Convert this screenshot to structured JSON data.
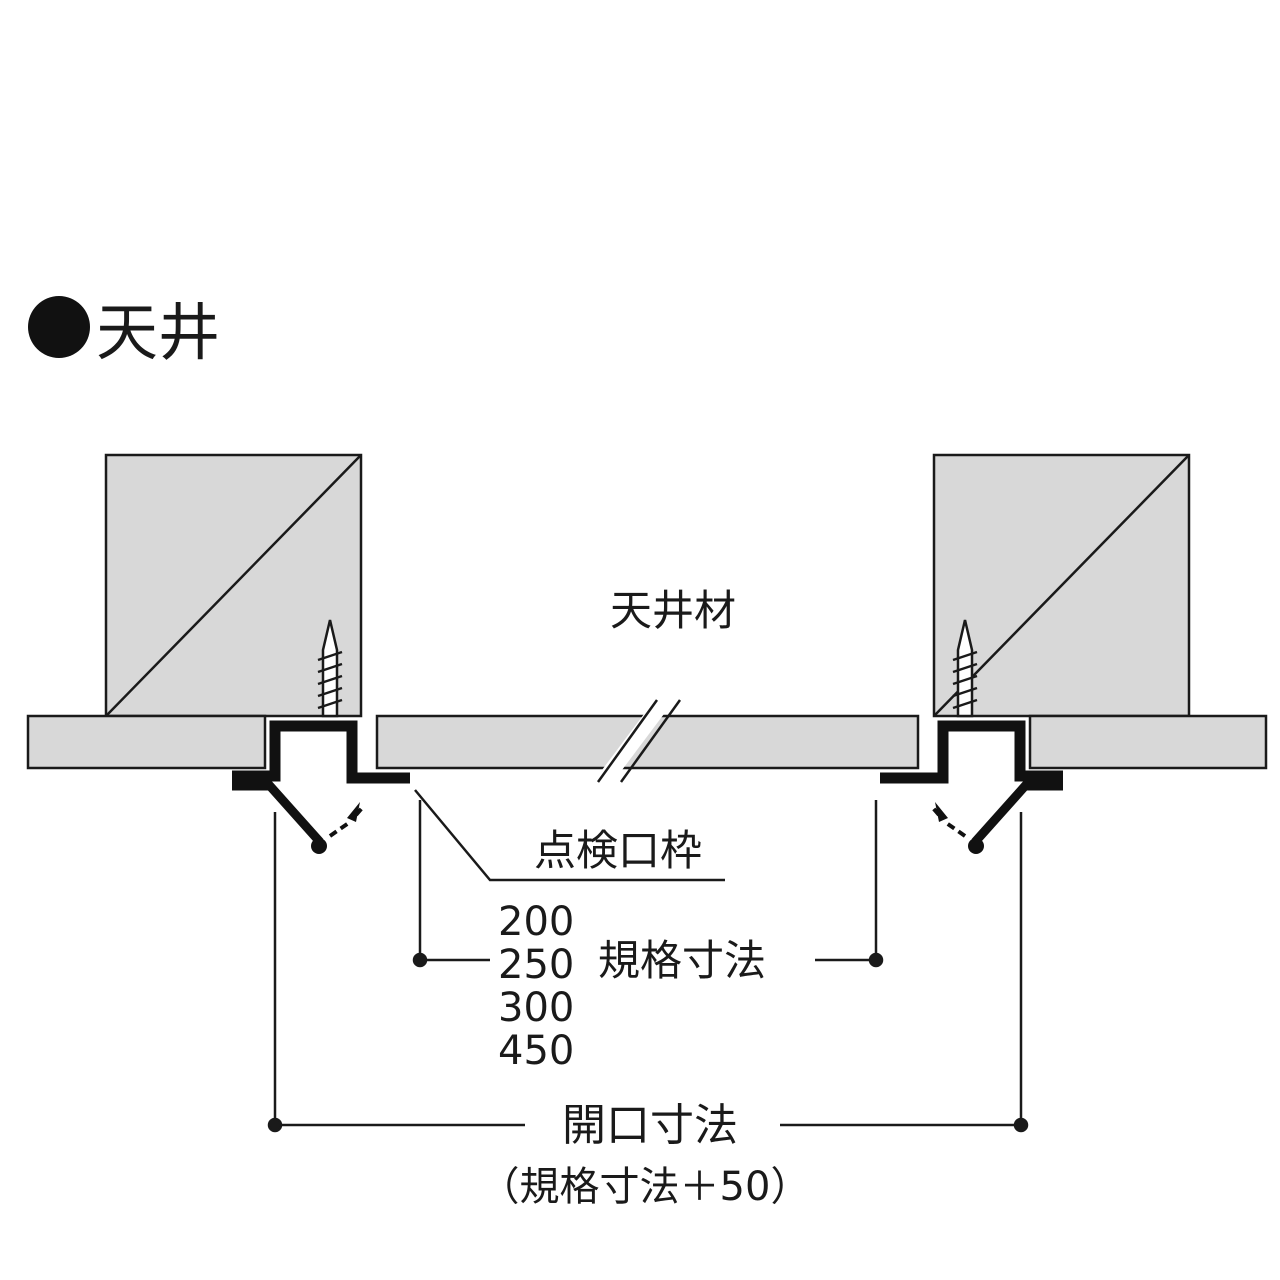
{
  "section": {
    "bullet": "●",
    "title": "天井"
  },
  "labels": {
    "ceiling_material": "天井材",
    "frame": "点検口枠",
    "sizes": [
      "200",
      "250",
      "300",
      "450"
    ],
    "standard_size": "規格寸法",
    "opening_size": "開口寸法",
    "opening_formula": "（規格寸法＋50）"
  },
  "colors": {
    "fill_gray": "#d8d8d8",
    "line": "#1a1a1a",
    "frame": "#111111"
  }
}
